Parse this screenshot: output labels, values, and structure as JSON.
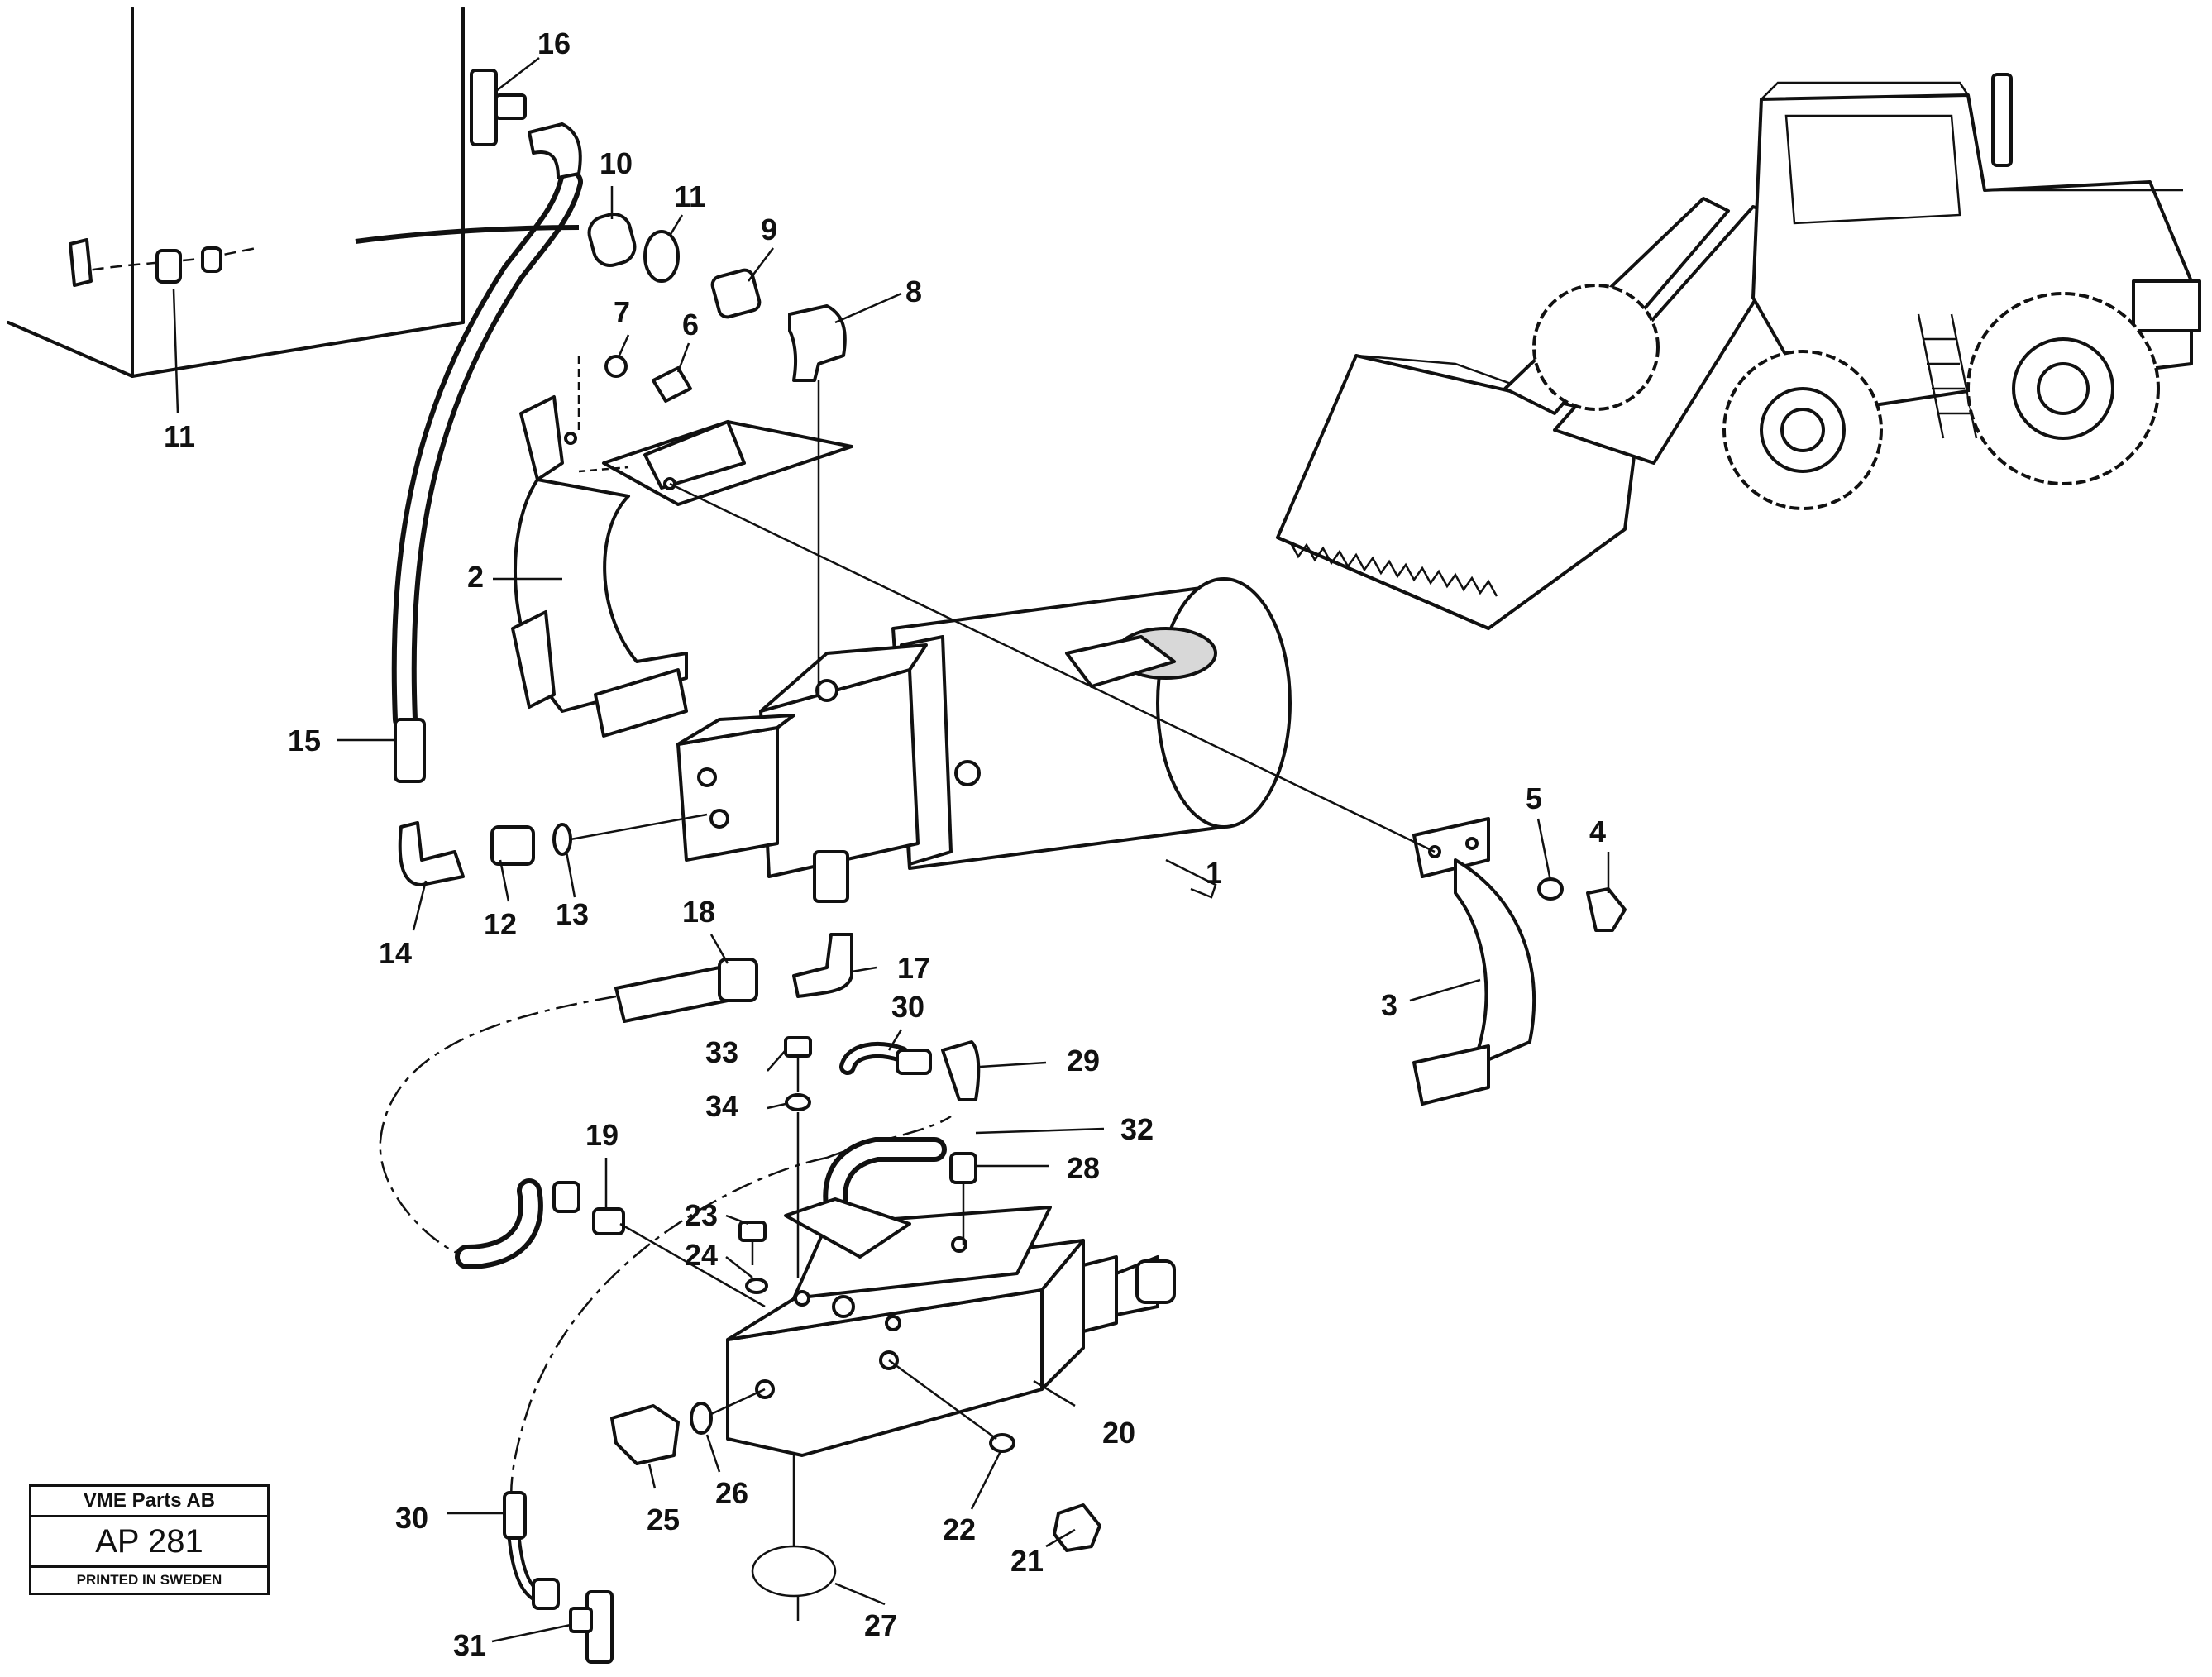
{
  "callouts": [
    {
      "id": "c1",
      "label": "1"
    },
    {
      "id": "c2",
      "label": "2"
    },
    {
      "id": "c3",
      "label": "3"
    },
    {
      "id": "c4",
      "label": "4"
    },
    {
      "id": "c5",
      "label": "5"
    },
    {
      "id": "c6",
      "label": "6"
    },
    {
      "id": "c7",
      "label": "7"
    },
    {
      "id": "c8",
      "label": "8"
    },
    {
      "id": "c9",
      "label": "9"
    },
    {
      "id": "c10",
      "label": "10"
    },
    {
      "id": "c11a",
      "label": "11"
    },
    {
      "id": "c11b",
      "label": "11"
    },
    {
      "id": "c12",
      "label": "12"
    },
    {
      "id": "c13",
      "label": "13"
    },
    {
      "id": "c14",
      "label": "14"
    },
    {
      "id": "c15",
      "label": "15"
    },
    {
      "id": "c16",
      "label": "16"
    },
    {
      "id": "c17",
      "label": "17"
    },
    {
      "id": "c18",
      "label": "18"
    },
    {
      "id": "c19",
      "label": "19"
    },
    {
      "id": "c20",
      "label": "20"
    },
    {
      "id": "c21",
      "label": "21"
    },
    {
      "id": "c22",
      "label": "22"
    },
    {
      "id": "c23",
      "label": "23"
    },
    {
      "id": "c24",
      "label": "24"
    },
    {
      "id": "c25",
      "label": "25"
    },
    {
      "id": "c26",
      "label": "26"
    },
    {
      "id": "c27",
      "label": "27"
    },
    {
      "id": "c28",
      "label": "28"
    },
    {
      "id": "c29",
      "label": "29"
    },
    {
      "id": "c30a",
      "label": "30"
    },
    {
      "id": "c30b",
      "label": "30"
    },
    {
      "id": "c31",
      "label": "31"
    },
    {
      "id": "c32",
      "label": "32"
    },
    {
      "id": "c33",
      "label": "33"
    },
    {
      "id": "c34",
      "label": "34"
    }
  ],
  "stamp": {
    "company": "VME Parts AB",
    "code": "AP 281",
    "printed": "PRINTED IN SWEDEN"
  }
}
